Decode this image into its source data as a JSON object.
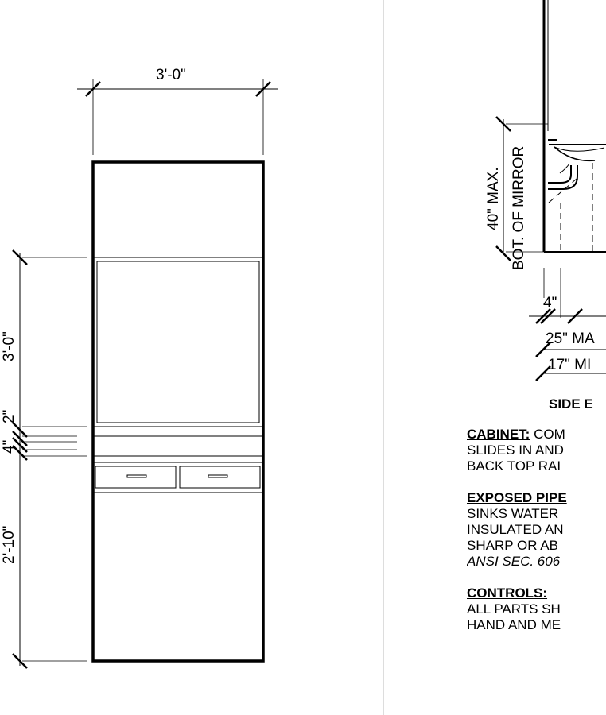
{
  "front_elevation": {
    "width_dim": "3'-0\"",
    "height_dims": [
      "3'-0\"",
      "2\"",
      "4\"",
      "2'-10\""
    ]
  },
  "side_elevation": {
    "vertical_dim_1": "40\" MAX.",
    "vertical_dim_2": "BOT. OF MIRROR",
    "dim_4": "4\"",
    "dim_25": "25\" MA",
    "dim_17": "17\" MI",
    "title": "SIDE E"
  },
  "notes": {
    "cabinet": {
      "head": "CABINET:",
      "first_line_rest": " COM",
      "lines": [
        "SLIDES IN AND",
        "BACK TOP RAI"
      ]
    },
    "exposed_pipe": {
      "head": "EXPOSED PIPE",
      "lines": [
        "SINKS WATER",
        "INSULATED AN",
        "SHARP OR AB"
      ],
      "ref": "ANSI SEC. 606"
    },
    "controls": {
      "head": "CONTROLS:",
      "lines": [
        "ALL PARTS SH",
        "HAND AND ME"
      ]
    }
  }
}
